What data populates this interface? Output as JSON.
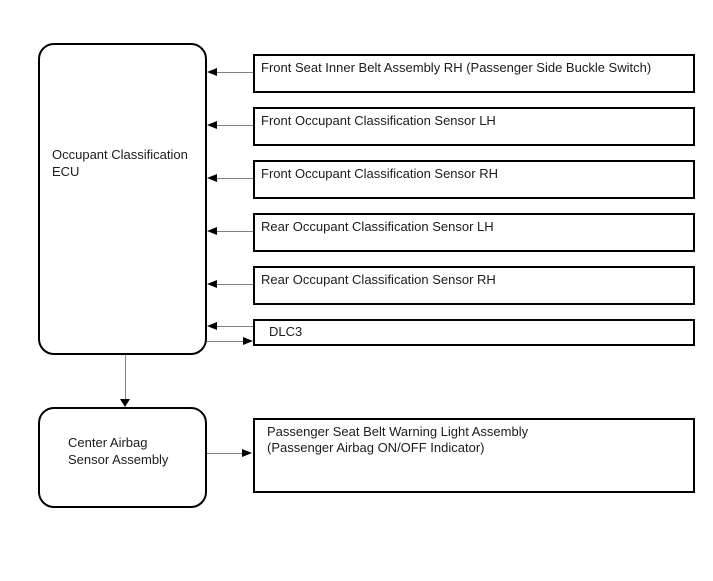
{
  "diagram": {
    "background": "#ffffff",
    "colors": {
      "box_border": "#000000",
      "connector_line": "#808080",
      "arrowhead": "#000000",
      "text": "#1c1c1c"
    },
    "nodes": {
      "ecu": {
        "label": "Occupant Classification\nECU"
      },
      "center_airbag": {
        "label": "Center Airbag\nSensor Assembly"
      },
      "passenger_indicator": {
        "label": "Passenger Seat Belt Warning Light Assembly\n(Passenger Airbag ON/OFF Indicator)"
      }
    },
    "right_boxes": [
      {
        "id": "front_seat_inner_belt_rh",
        "label": "Front Seat Inner Belt Assembly RH (Passenger Side Buckle Switch)"
      },
      {
        "id": "front_occupant_sensor_lh",
        "label": "Front Occupant Classification Sensor LH"
      },
      {
        "id": "front_occupant_sensor_rh",
        "label": "Front Occupant Classification Sensor RH"
      },
      {
        "id": "rear_occupant_sensor_lh",
        "label": "Rear Occupant Classification Sensor LH"
      },
      {
        "id": "rear_occupant_sensor_rh",
        "label": "Rear Occupant Classification Sensor RH"
      },
      {
        "id": "dlc3",
        "label": "DLC3"
      }
    ],
    "connections": [
      {
        "from": "front_seat_inner_belt_rh",
        "to": "ecu",
        "direction": "into-ecu"
      },
      {
        "from": "front_occupant_sensor_lh",
        "to": "ecu",
        "direction": "into-ecu"
      },
      {
        "from": "front_occupant_sensor_rh",
        "to": "ecu",
        "direction": "into-ecu"
      },
      {
        "from": "rear_occupant_sensor_lh",
        "to": "ecu",
        "direction": "into-ecu"
      },
      {
        "from": "rear_occupant_sensor_rh",
        "to": "ecu",
        "direction": "into-ecu"
      },
      {
        "from": "dlc3",
        "to": "ecu",
        "direction": "bidirectional"
      },
      {
        "from": "ecu",
        "to": "center_airbag",
        "direction": "down"
      },
      {
        "from": "center_airbag",
        "to": "passenger_indicator",
        "direction": "right"
      }
    ]
  }
}
